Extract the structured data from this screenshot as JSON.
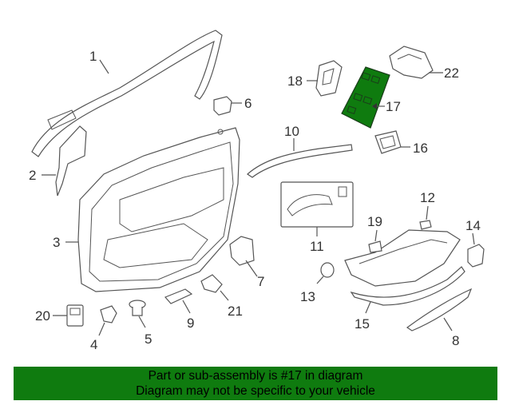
{
  "highlight_color": "#0f7b0f",
  "highlighted_part": "17",
  "callouts": {
    "c1": "1",
    "c2": "2",
    "c3": "3",
    "c4": "4",
    "c5": "5",
    "c6": "6",
    "c7": "7",
    "c8": "8",
    "c9": "9",
    "c10": "10",
    "c11": "11",
    "c12": "12",
    "c13": "13",
    "c14": "14",
    "c15": "15",
    "c16": "16",
    "c17": "17",
    "c18": "18",
    "c19": "19",
    "c20": "20",
    "c21": "21",
    "c22": "22"
  },
  "banner": {
    "line1": "Part or sub-assembly is #17 in diagram",
    "line2": "Diagram may not be specific to your vehicle"
  }
}
